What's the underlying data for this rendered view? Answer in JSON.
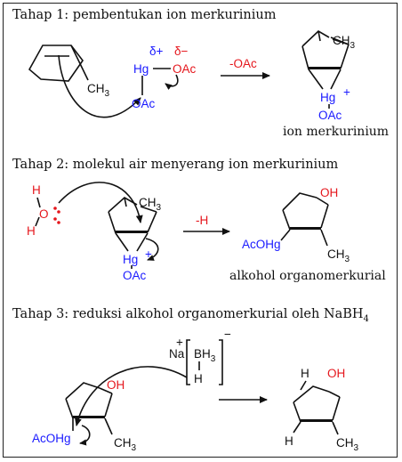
{
  "steps": [
    {
      "heading": "Tahap 1: pembentukan ion merkurinium",
      "reactant_methyl": "CH3",
      "reagent_metal": "Hg",
      "reagent_ligand_right": "OAc",
      "reagent_ligand_bottom": "OAc",
      "partial_positive": "δ+",
      "partial_negative": "δ−",
      "arrow_label": "-OAc",
      "product_methyl": "CH3",
      "product_metal": "Hg",
      "product_charge": "+",
      "product_ligand": "OAc",
      "product_caption": "ion merkurinium"
    },
    {
      "heading": "Tahap 2: molekul air menyerang ion merkurinium",
      "water_h_top": "H",
      "water_o": "O",
      "water_h_bottom": "H",
      "intermediate_methyl": "CH3",
      "intermediate_metal": "Hg",
      "intermediate_charge": "+",
      "intermediate_ligand": "OAc",
      "arrow_label": "-H",
      "product_oh": "OH",
      "product_acohg": "AcOHg",
      "product_methyl": "CH3",
      "product_caption": "alkohol organomerkurial"
    },
    {
      "heading": "Tahap 3: reduksi alkohol organomerkurial oleh NaBH4",
      "sodium": "Na",
      "sodium_charge": "+",
      "borohydride": "BH3",
      "hydride": "H",
      "complex_charge": "−",
      "reactant_oh": "OH",
      "reactant_acohg": "AcOHg",
      "reactant_methyl": "CH3",
      "product_h_top": "H",
      "product_oh": "OH",
      "product_h_bottom": "H",
      "product_methyl": "CH3"
    }
  ],
  "colors": {
    "black": "#111111",
    "blue": "#1a1aff",
    "red": "#e5161c"
  }
}
